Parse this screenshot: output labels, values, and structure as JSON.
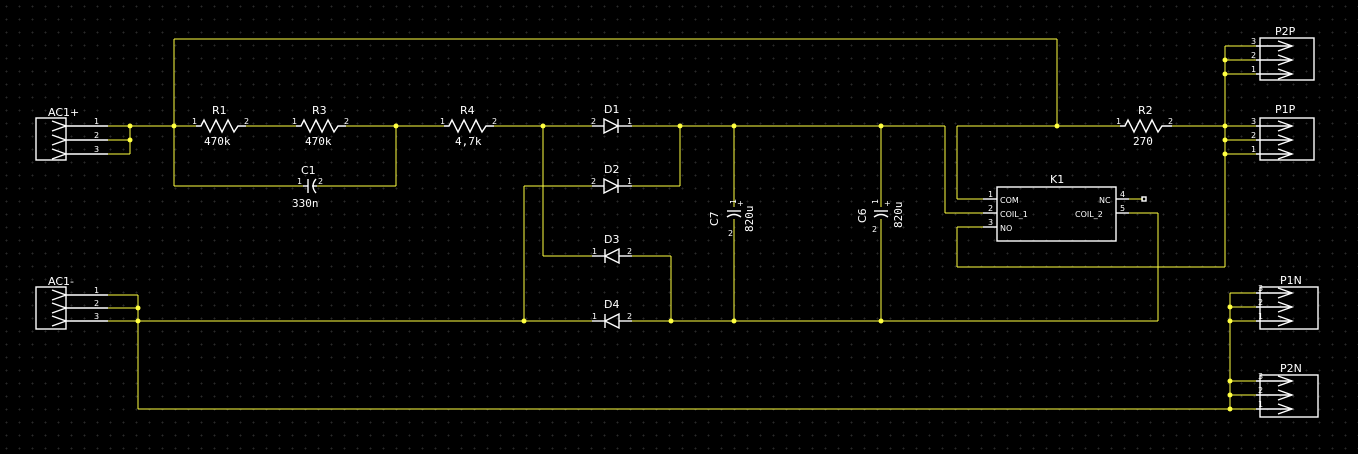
{
  "connectors": {
    "ac1p": {
      "ref": "AC1+",
      "pins": [
        "1",
        "2",
        "3"
      ]
    },
    "ac1n": {
      "ref": "AC1-",
      "pins": [
        "1",
        "2",
        "3"
      ]
    },
    "p2p": {
      "ref": "P2P",
      "pins": [
        "3",
        "2",
        "1"
      ]
    },
    "p1p": {
      "ref": "P1P",
      "pins": [
        "3",
        "2",
        "1"
      ]
    },
    "p1n": {
      "ref": "P1N",
      "pins": [
        "3",
        "2",
        "1"
      ]
    },
    "p2n": {
      "ref": "P2N",
      "pins": [
        "3",
        "2",
        "1"
      ]
    }
  },
  "resistors": {
    "r1": {
      "ref": "R1",
      "value": "470k",
      "pin1": "1",
      "pin2": "2"
    },
    "r3": {
      "ref": "R3",
      "value": "470k",
      "pin1": "1",
      "pin2": "2"
    },
    "r4": {
      "ref": "R4",
      "value": "4,7k",
      "pin1": "1",
      "pin2": "2"
    },
    "r2": {
      "ref": "R2",
      "value": "270",
      "pin1": "1",
      "pin2": "2"
    }
  },
  "capacitors": {
    "c1": {
      "ref": "C1",
      "value": "330n",
      "pin1": "1",
      "pin2": "2"
    },
    "c7": {
      "ref": "C7",
      "value": "820u",
      "pin1": "1",
      "pin2": "2",
      "polarity": "+"
    },
    "c6": {
      "ref": "C6",
      "value": "820u",
      "pin1": "1",
      "pin2": "2",
      "polarity": "+"
    }
  },
  "diodes": {
    "d1": {
      "ref": "D1",
      "pin_left": "2",
      "pin_right": "1"
    },
    "d2": {
      "ref": "D2",
      "pin_left": "2",
      "pin_right": "1"
    },
    "d3": {
      "ref": "D3",
      "pin_left": "1",
      "pin_right": "2"
    },
    "d4": {
      "ref": "D4",
      "pin_left": "1",
      "pin_right": "2"
    }
  },
  "relay": {
    "ref": "K1",
    "left_pins": [
      {
        "num": "1",
        "label": "COM"
      },
      {
        "num": "2",
        "label": "COIL_1"
      },
      {
        "num": "3",
        "label": "NO"
      }
    ],
    "right_pins": [
      {
        "num": "4",
        "label": "NC"
      },
      {
        "num": "5",
        "label": "COIL_2"
      }
    ]
  },
  "colors": {
    "wire": "#ffff40",
    "part": "#ffffff",
    "background": "#000000"
  }
}
